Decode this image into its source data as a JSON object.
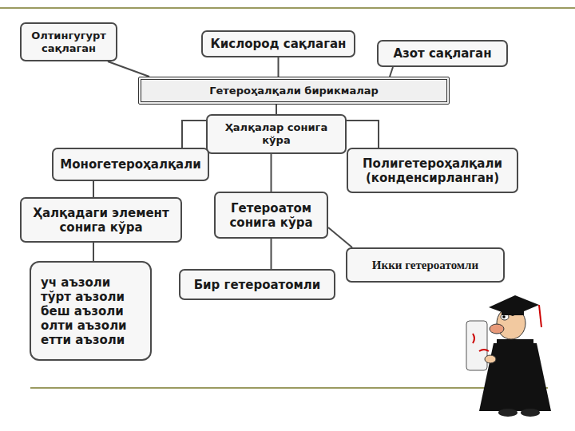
{
  "diagram": {
    "nodes": [
      {
        "text": [
          "Олтингугурт сақлаган"
        ]
      },
      {
        "text": [
          "Кислород сақлаган"
        ]
      },
      {
        "text": [
          "Азот сақлаган"
        ]
      },
      {
        "text": [
          "Гетероҳалқали бирикмалар"
        ]
      },
      {
        "text": [
          "Ҳалқалар сонига кўра"
        ]
      },
      {
        "text": [
          "Моногетероҳалқали"
        ]
      },
      {
        "text": [
          "Полигетероҳалқали (конденсирланган)"
        ]
      },
      {
        "text": [
          "Ҳалқадаги элемент сонига кўра"
        ]
      },
      {
        "text": [
          "Гетероатом сонига кўра"
        ]
      },
      {
        "text": [
          "Икки гетероатомли"
        ]
      },
      {
        "text": [
          "уч аъзоли",
          "тўрт аъзоли",
          "беш аъзоли",
          "олти аъзоли",
          "етти аъзоли"
        ]
      },
      {
        "text": [
          "Бир гетероатомли"
        ]
      }
    ],
    "edges": [
      {
        "from": 0,
        "to": 3,
        "arrow": "none"
      },
      {
        "from": 1,
        "to": 3,
        "arrow": "none"
      },
      {
        "from": 2,
        "to": 3,
        "arrow": "none"
      },
      {
        "from": 3,
        "to": 4,
        "arrow": "none"
      },
      {
        "from": 4,
        "to": 5,
        "arrow": "none"
      },
      {
        "from": 4,
        "to": 6,
        "arrow": "none"
      },
      {
        "from": 4,
        "to": 8,
        "arrow": "none"
      },
      {
        "from": 5,
        "to": 7,
        "arrow": "none"
      },
      {
        "from": 7,
        "to": 10,
        "arrow": "none"
      },
      {
        "from": 8,
        "to": 11,
        "arrow": "none"
      },
      {
        "from": 8,
        "to": 9,
        "arrow": "none"
      }
    ]
  }
}
